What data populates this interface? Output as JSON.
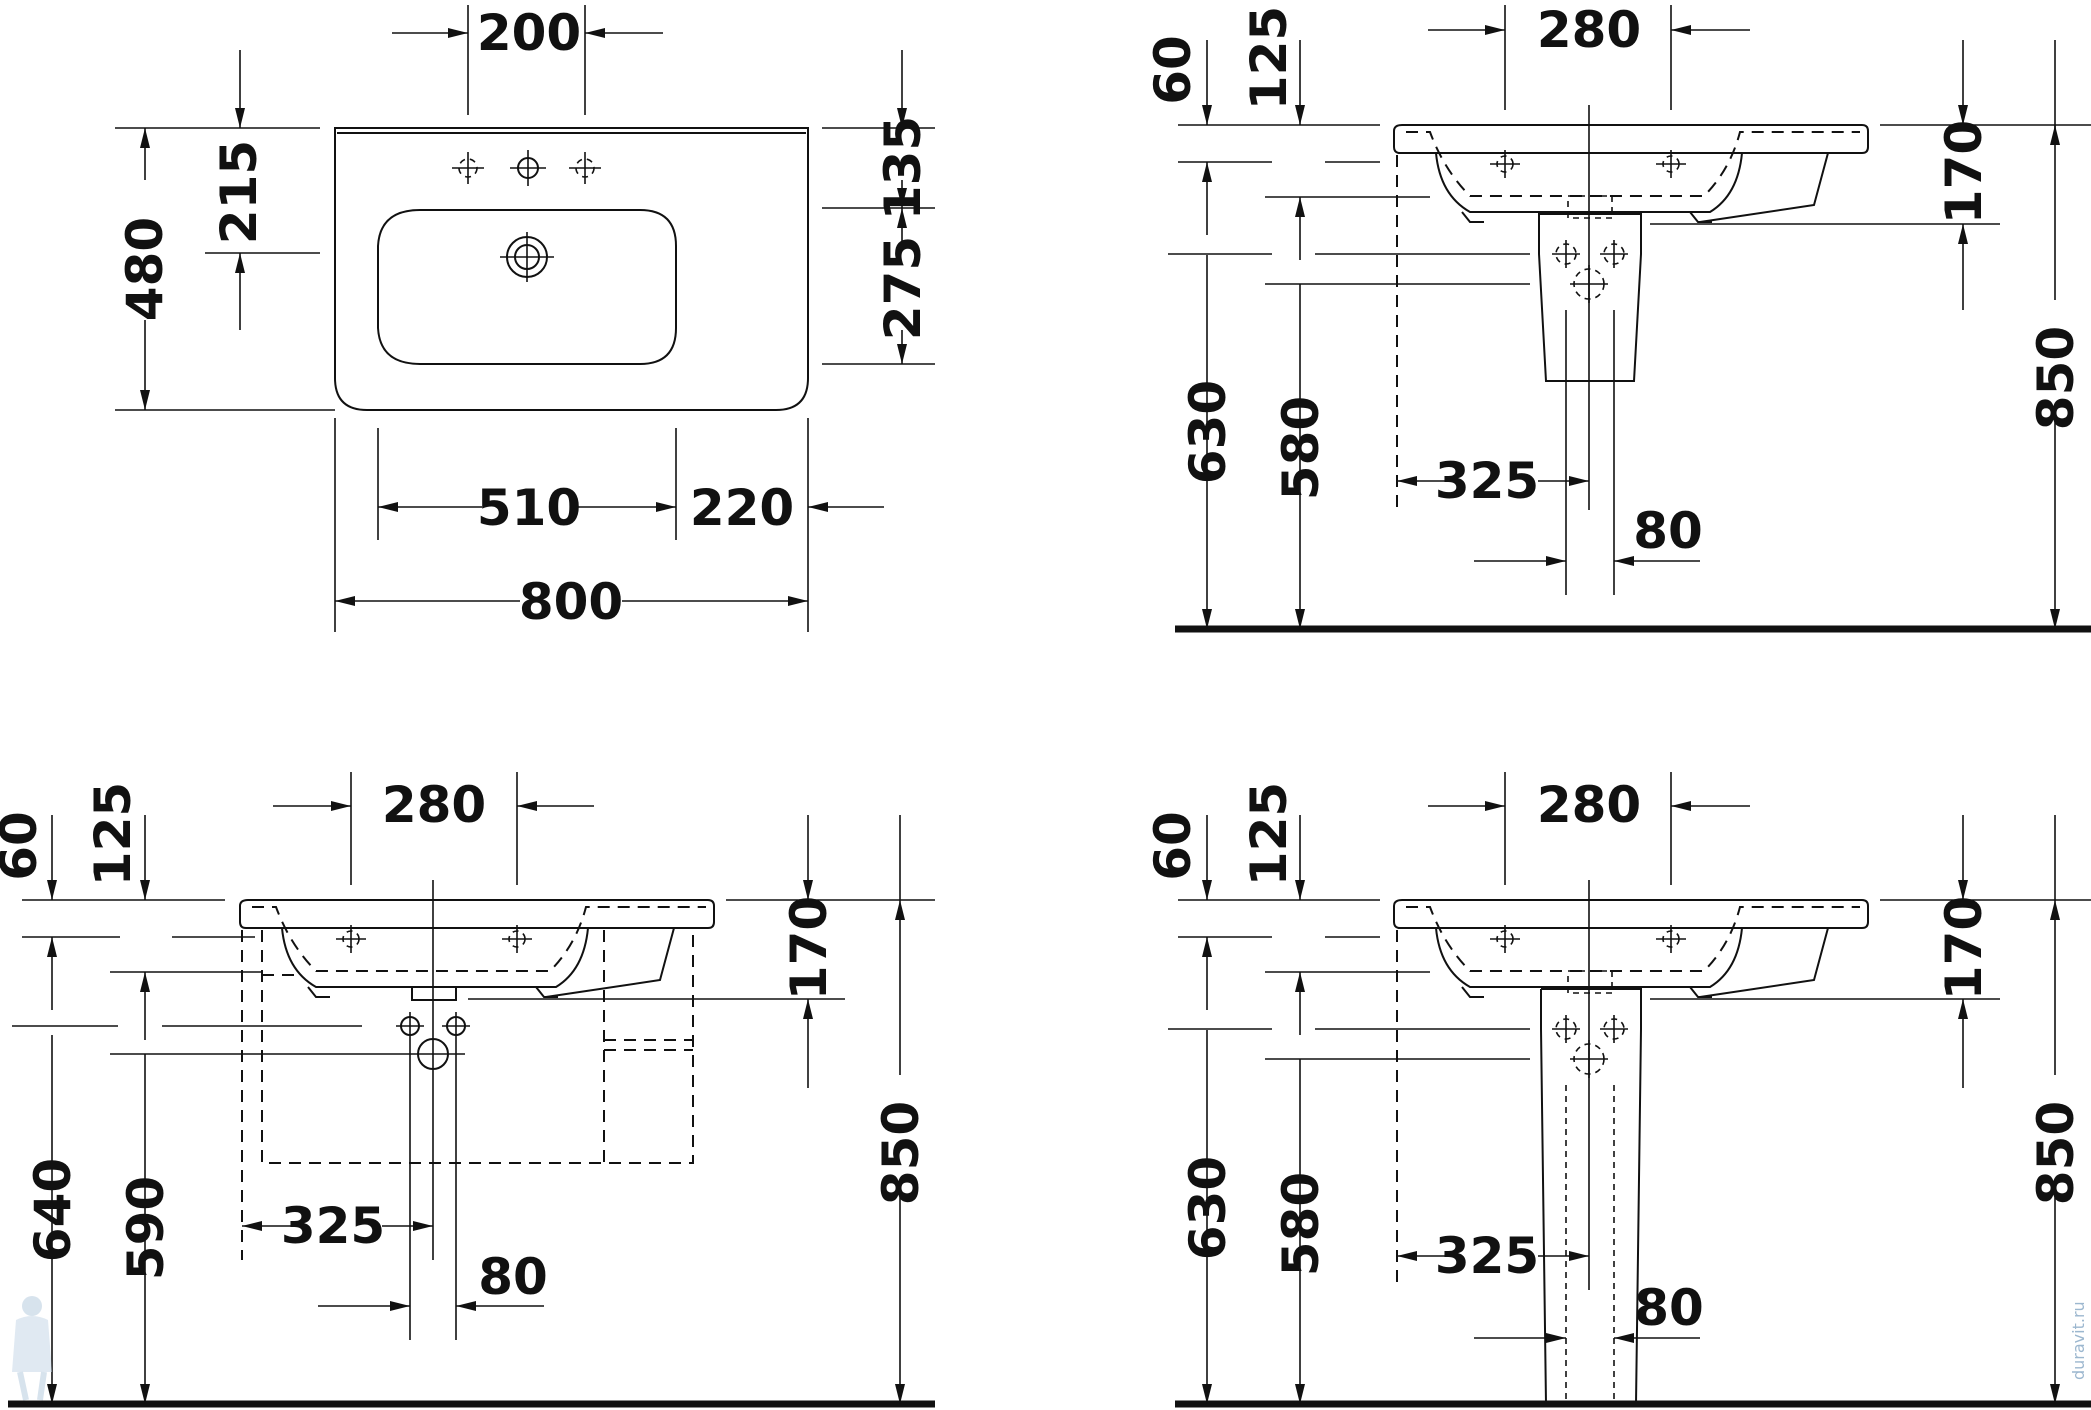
{
  "top_view": {
    "tap_spacing": "200",
    "width_overall": "800",
    "depth_overall": "480",
    "tap_setback": "215",
    "rim_front": "135",
    "bowl_depth": "275",
    "bowl_width": "510",
    "shelf_width": "220"
  },
  "elevation_pedestal": {
    "tap_spacing": "280",
    "rim_thickness": "60",
    "basin_depth": "125",
    "apron_height": "170",
    "height_overall": "850",
    "waste_height": "630",
    "supply_height": "580",
    "waste_offset": "325",
    "waste_width": "80"
  },
  "elevation_furniture": {
    "tap_spacing": "280",
    "rim_thickness": "60",
    "basin_depth": "125",
    "apron_height": "170",
    "height_overall": "850",
    "waste_height": "640",
    "supply_height": "590",
    "waste_offset": "325",
    "waste_width": "80"
  },
  "elevation_column": {
    "tap_spacing": "280",
    "rim_thickness": "60",
    "basin_depth": "125",
    "apron_height": "170",
    "height_overall": "850",
    "waste_height": "630",
    "supply_height": "580",
    "waste_offset": "325",
    "waste_width": "80"
  },
  "watermark": "duravit.ru"
}
